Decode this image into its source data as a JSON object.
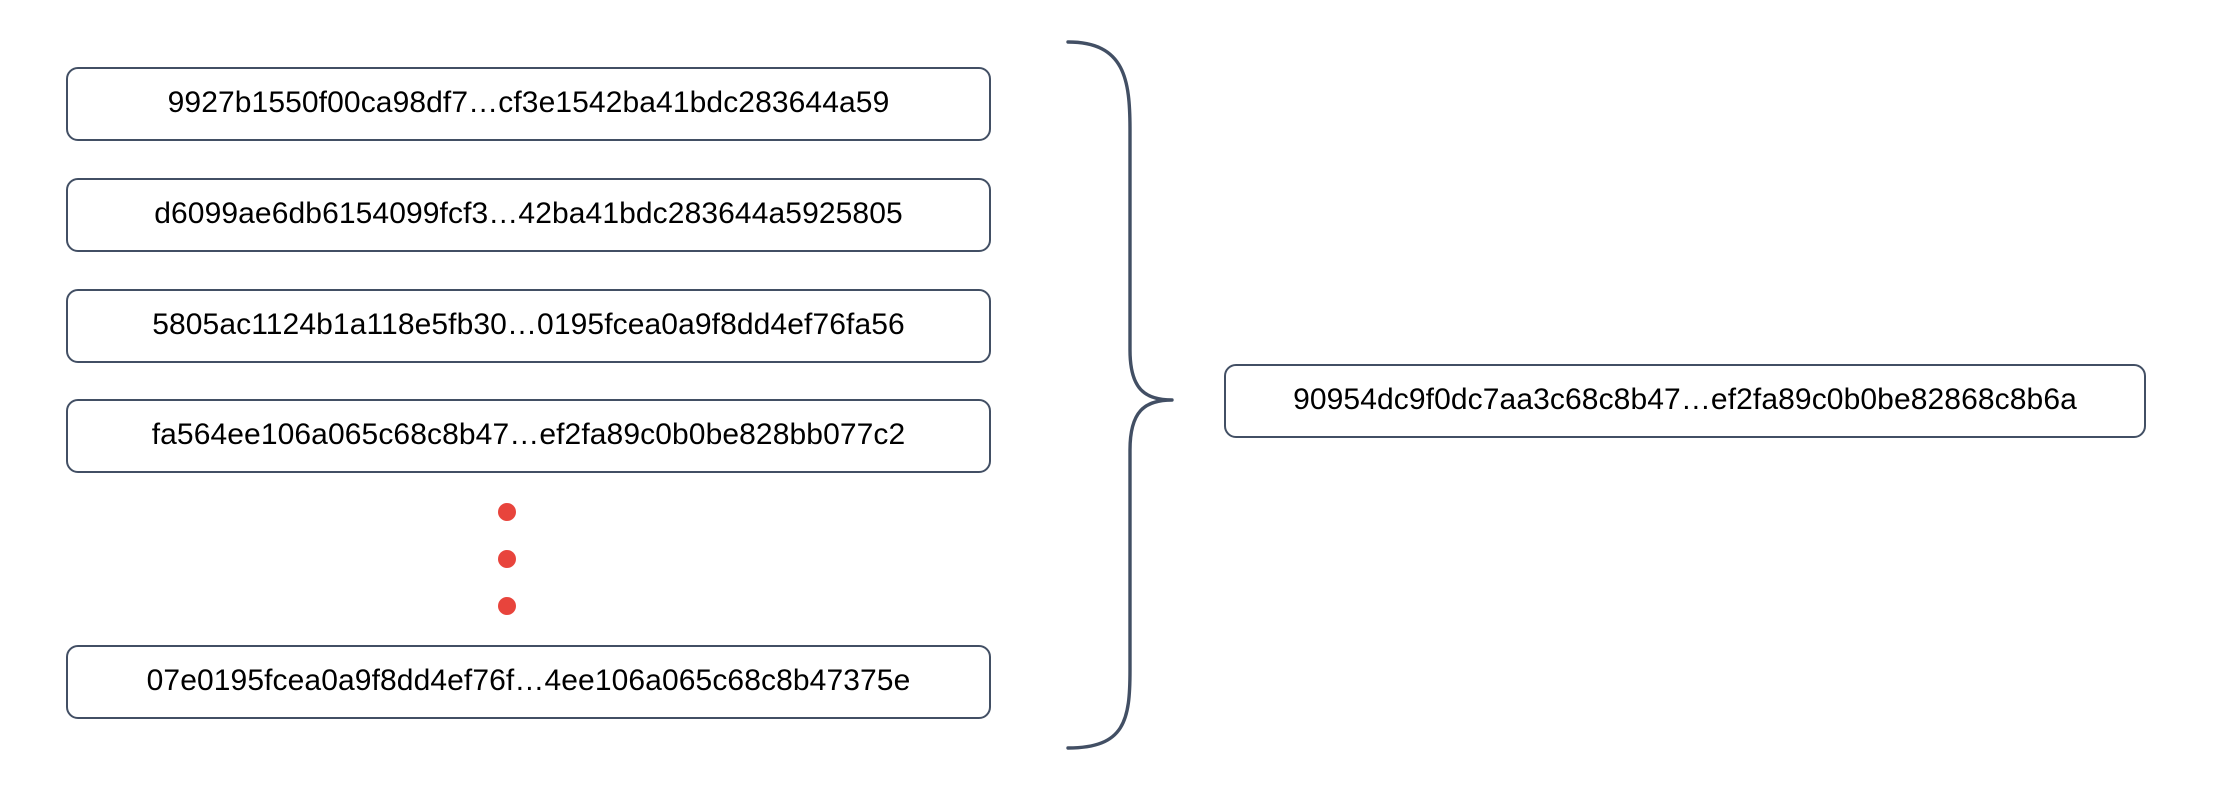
{
  "diagram": {
    "title": "merkle-hash-aggregation",
    "accent_border_color": "#424f64",
    "dot_color": "#e8443c",
    "text_color": "#000000",
    "background_color": "#ffffff",
    "brace_color": "#424f64"
  },
  "inputs": {
    "label": "input-hash-list",
    "items": [
      {
        "hash": "9927b1550f00ca98df7…cf3e1542ba41bdc283644a59"
      },
      {
        "hash": "d6099ae6db6154099fcf3…42ba41bdc283644a5925805"
      },
      {
        "hash": "5805ac1124b1a118e5fb30…0195fcea0a9f8dd4ef76fa56"
      },
      {
        "hash": "fa564ee106a065c68c8b47…ef2fa89c0b0be828bb077c2"
      },
      {
        "hash": "07e0195fcea0a9f8dd4ef76f…4ee106a065c68c8b47375e"
      }
    ],
    "ellipsis": {
      "label": "vertical-ellipsis",
      "dot_count": 3
    }
  },
  "connector": {
    "label": "curly-brace",
    "orientation": "right-pointing"
  },
  "output": {
    "label": "aggregated-hash",
    "hash": "90954dc9f0dc7aa3c68c8b47…ef2fa89c0b0be82868c8b6a"
  }
}
